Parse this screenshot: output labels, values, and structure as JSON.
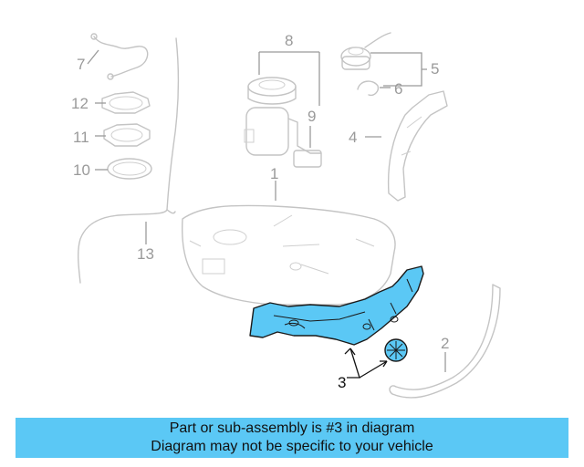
{
  "callouts": {
    "c1": "1",
    "c2": "2",
    "c3": "3",
    "c4": "4",
    "c5": "5",
    "c6": "6",
    "c7": "7",
    "c8": "8",
    "c9": "9",
    "c10": "10",
    "c11": "11",
    "c12": "12",
    "c13": "13"
  },
  "highlighted_part": "3",
  "colors": {
    "highlight": "#5bc8f5",
    "ghost": "#c4c4c4",
    "banner": "#5bc8f5"
  },
  "banner": {
    "line1": "Part or sub-assembly is #3 in diagram",
    "line2": "Diagram may not be specific to your vehicle"
  }
}
